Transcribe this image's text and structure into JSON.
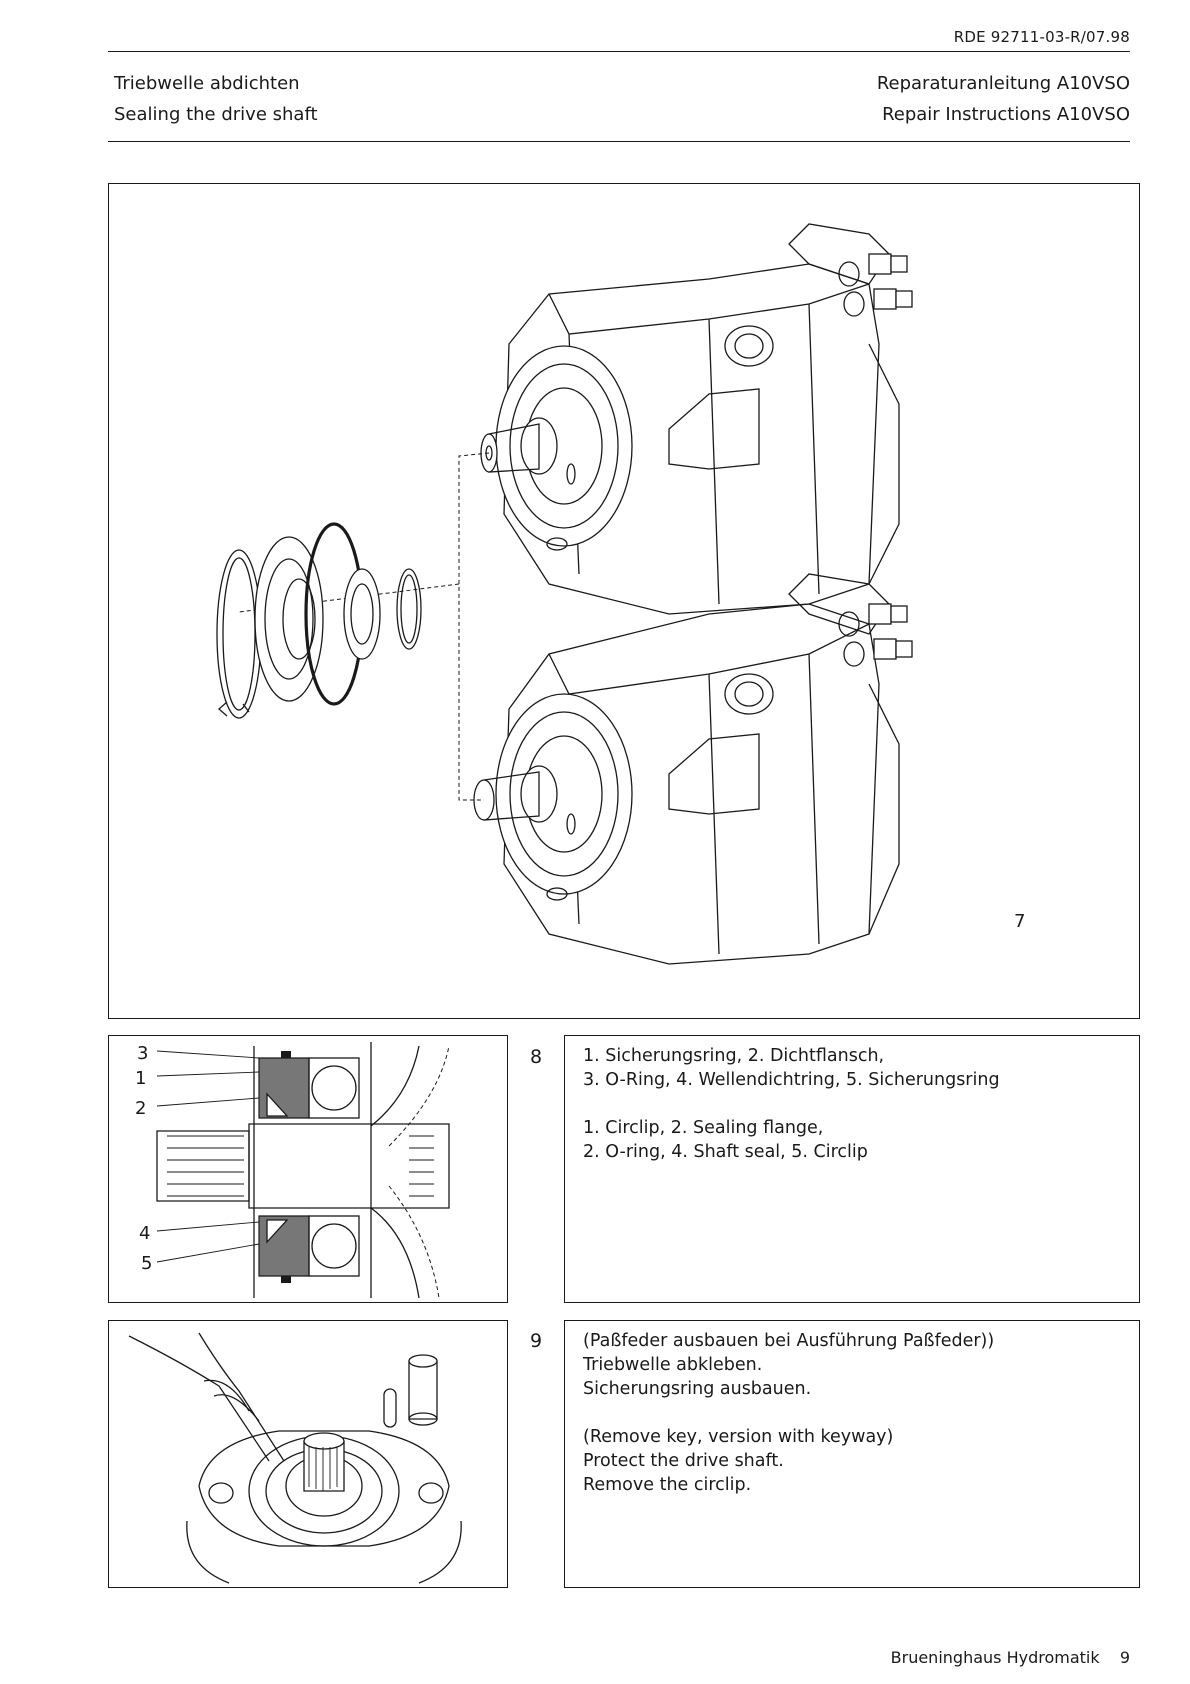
{
  "header": {
    "doc_ref": "RDE  92711-03-R/07.98",
    "title_de": "Triebwelle abdichten",
    "title_en": "Sealing the drive shaft",
    "manual_de": "Reparaturanleitung A10VSO",
    "manual_en": "Repair Instructions A10VSO"
  },
  "figure7": {
    "number": "7"
  },
  "figure8": {
    "number": "8",
    "callouts": [
      "3",
      "1",
      "2",
      "4",
      "5"
    ],
    "text_de_line1": "1. Sicherungsring,  2. Dichtflansch,",
    "text_de_line2": "3. O-Ring,  4. Wellendichtring,  5. Sicherungsring",
    "text_en_line1": "1. Circlip,  2. Sealing flange,",
    "text_en_line2": "2. O-ring,  4. Shaft seal, 5. Circlip"
  },
  "figure9": {
    "number": "9",
    "text_de_line1": "(Paßfeder ausbauen bei Ausführung Paßfeder))",
    "text_de_line2": "Triebwelle abkleben.",
    "text_de_line3": "Sicherungsring ausbauen.",
    "text_en_line1": "(Remove key, version with keyway)",
    "text_en_line2": "Protect the drive shaft.",
    "text_en_line3": "Remove the circlip."
  },
  "footer": {
    "company": "Brueninghaus Hydromatik",
    "page": "9"
  }
}
